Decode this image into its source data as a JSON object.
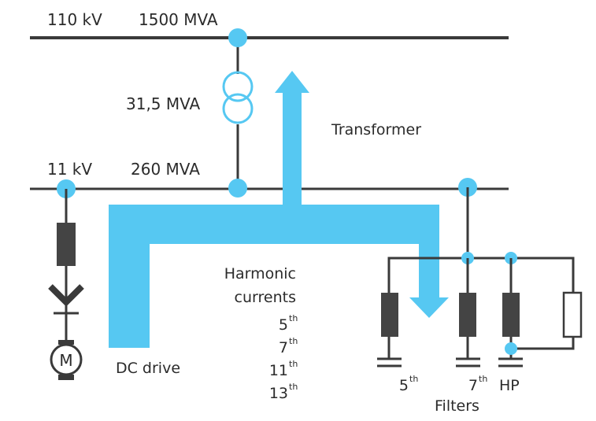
{
  "colors": {
    "line": "#3a3a3a",
    "accent": "#56c8f2",
    "component": "#444444",
    "text": "#2b2b2b"
  },
  "labels": {
    "hv_voltage": "110 kV",
    "hv_power": "1500 MVA",
    "transformer_rating": "31,5 MVA",
    "transformer": "Transformer",
    "lv_voltage": "11 kV",
    "lv_power": "260 MVA",
    "motor": "M",
    "dc_drive": "DC drive",
    "harmonic_line1": "Harmonic",
    "harmonic_line2": "currents",
    "filters": "Filters",
    "hp": "HP"
  },
  "harmonics": [
    {
      "num": "5",
      "suffix": "th"
    },
    {
      "num": "7",
      "suffix": "th"
    },
    {
      "num": "11",
      "suffix": "th"
    },
    {
      "num": "13",
      "suffix": "th"
    }
  ],
  "filter_labels": [
    {
      "num": "5",
      "suffix": "th"
    },
    {
      "num": "7",
      "suffix": "th"
    }
  ]
}
